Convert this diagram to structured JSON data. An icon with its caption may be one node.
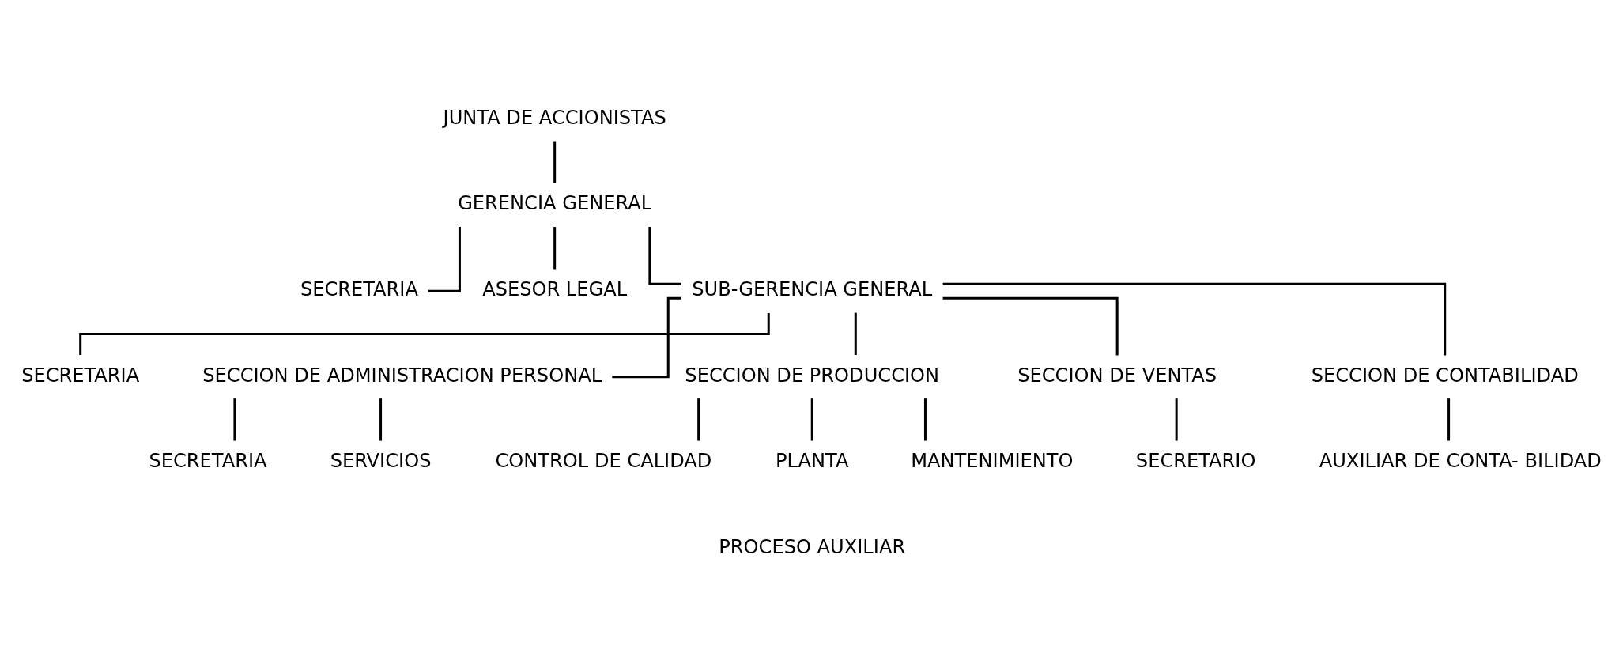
{
  "diagram": {
    "nodes": [
      {
        "text": [
          "JUNTA DE ACCIONISTAS"
        ]
      },
      {
        "text": [
          "GERENCIA GENERAL"
        ]
      },
      {
        "text": [
          "SECRETARIA"
        ]
      },
      {
        "text": [
          "ASESOR LEGAL"
        ]
      },
      {
        "text": [
          "SUB-GERENCIA GENERAL"
        ]
      },
      {
        "text": [
          "SECRETARIA"
        ]
      },
      {
        "text": [
          "SECCION DE ADMINISTRACION PERSONAL"
        ]
      },
      {
        "text": [
          "SECCION DE PRODUCCION"
        ]
      },
      {
        "text": [
          "SECCION DE VENTAS"
        ]
      },
      {
        "text": [
          "SECCION DE CONTABILIDAD"
        ]
      },
      {
        "text": [
          "SECRETARIA"
        ]
      },
      {
        "text": [
          "SERVICIOS"
        ]
      },
      {
        "text": [
          "CONTROL DE CALIDAD"
        ]
      },
      {
        "text": [
          "PLANTA"
        ]
      },
      {
        "text": [
          "MANTENIMIENTO"
        ]
      },
      {
        "text": [
          "SECRETARIO"
        ]
      },
      {
        "text": [
          "AUXILIAR DE CONTA- BILIDAD"
        ]
      },
      {
        "text": [
          "PROCESO AUXILIAR"
        ]
      }
    ],
    "edges": [
      {
        "from": 0,
        "to": 1,
        "arrow": "none"
      },
      {
        "from": 1,
        "to": 2,
        "arrow": "none"
      },
      {
        "from": 1,
        "to": 3,
        "arrow": "none"
      },
      {
        "from": 1,
        "to": 4,
        "arrow": "none"
      },
      {
        "from": 4,
        "to": 5,
        "arrow": "none"
      },
      {
        "from": 4,
        "to": 6,
        "arrow": "none"
      },
      {
        "from": 4,
        "to": 7,
        "arrow": "none"
      },
      {
        "from": 4,
        "to": 8,
        "arrow": "none"
      },
      {
        "from": 4,
        "to": 9,
        "arrow": "none"
      },
      {
        "from": 6,
        "to": 10,
        "arrow": "none"
      },
      {
        "from": 6,
        "to": 11,
        "arrow": "none"
      },
      {
        "from": 7,
        "to": 12,
        "arrow": "none"
      },
      {
        "from": 7,
        "to": 13,
        "arrow": "none"
      },
      {
        "from": 7,
        "to": 14,
        "arrow": "none"
      },
      {
        "from": 8,
        "to": 15,
        "arrow": "none"
      },
      {
        "from": 9,
        "to": 16,
        "arrow": "none"
      }
    ]
  }
}
